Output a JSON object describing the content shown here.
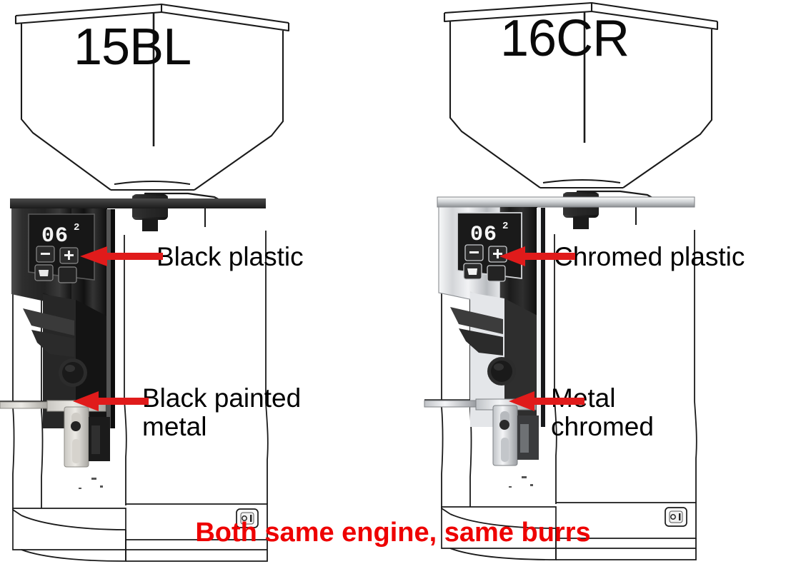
{
  "models": [
    {
      "id": "left",
      "label": "15BL",
      "finish": "black"
    },
    {
      "id": "right",
      "label": "16CR",
      "finish": "chrome"
    }
  ],
  "display": {
    "value": "06",
    "exponent": "2",
    "minus_label": "–",
    "plus_label": "+",
    "cup_icon": "cup-icon",
    "blank_icon": "blank-button"
  },
  "callouts": [
    {
      "id": "c1",
      "text": "Black plastic",
      "target": "left",
      "part": "display-housing"
    },
    {
      "id": "c2",
      "text": "Black painted\nmetal",
      "target": "left",
      "part": "chassis-body"
    },
    {
      "id": "c3",
      "text": "Chromed plastic",
      "target": "right",
      "part": "display-housing"
    },
    {
      "id": "c4",
      "text": "Metal\nchromed",
      "target": "right",
      "part": "chassis-body"
    }
  ],
  "footer": {
    "note": "Both same engine, same burrs"
  },
  "power_switch": {
    "off_mark": "O",
    "on_mark": "I"
  },
  "colors": {
    "arrow_red": "#e01b1b",
    "footer_red": "#ee0000",
    "outline": "#1a1a1a",
    "black_plastic": "#231f20",
    "chrome_light": "#e9eaec",
    "background": "#ffffff"
  }
}
